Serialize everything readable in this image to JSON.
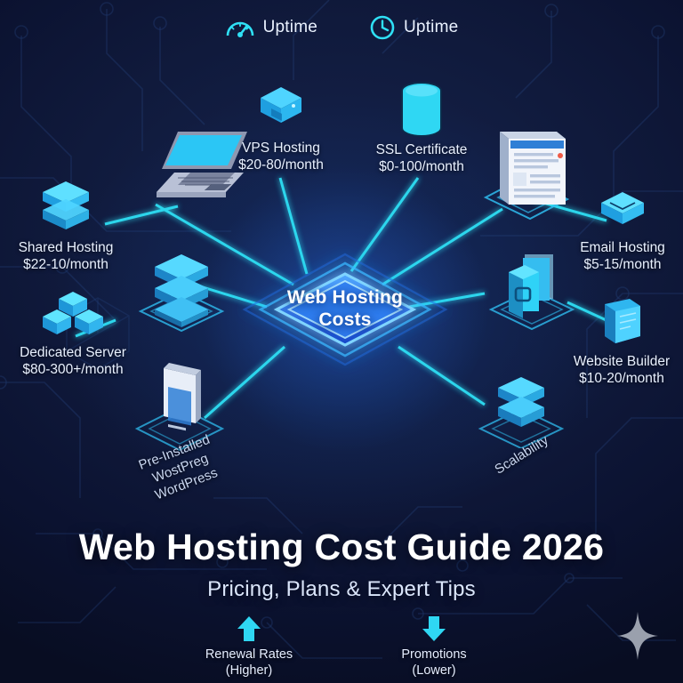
{
  "meta": {
    "accent_cyan": "#2fe0f5",
    "accent_blue": "#2b7fff",
    "background_dark": "#0c1430",
    "text_light": "#e9f1ff"
  },
  "header": {
    "stats": [
      {
        "icon": "gauge-icon",
        "label": "Uptime"
      },
      {
        "icon": "clock-icon",
        "label": "Uptime"
      }
    ]
  },
  "hub": {
    "line1": "Web Hosting",
    "line2": "Costs"
  },
  "nodes": [
    {
      "id": "laptop",
      "icon": "laptop-icon",
      "title": "",
      "price": ""
    },
    {
      "id": "vps-hosting",
      "icon": "vps-server-icon",
      "title": "VPS Hosting",
      "price": "$20-80/month"
    },
    {
      "id": "ssl-certificate",
      "icon": "database-icon",
      "title": "SSL Certificate",
      "price": "$0-100/month"
    },
    {
      "id": "browser-window",
      "icon": "browser-window-icon",
      "title": "",
      "price": ""
    },
    {
      "id": "shared-hosting",
      "icon": "server-stack-icon",
      "title": "Shared Hosting",
      "price": "$22-10/month"
    },
    {
      "id": "email-hosting",
      "icon": "mail-server-icon",
      "title": "Email Hosting",
      "price": "$5-15/month"
    },
    {
      "id": "server-tower",
      "icon": "server-tower-icon",
      "title": "",
      "price": ""
    },
    {
      "id": "security-lock",
      "icon": "padlock-icon",
      "title": "",
      "price": ""
    },
    {
      "id": "dedicated-server",
      "icon": "cubes-icon",
      "title": "Dedicated Server",
      "price": "$80-300+/month"
    },
    {
      "id": "website-builder",
      "icon": "builder-layers-icon",
      "title": "Website Builder",
      "price": "$10-20/month"
    },
    {
      "id": "wordpress",
      "icon": "smartphone-icon",
      "title": "Pre-Installed WostPreg",
      "price": "WordPress"
    },
    {
      "id": "scalability",
      "icon": "scaling-blocks-icon",
      "title": "Scalability",
      "price": ""
    }
  ],
  "title": {
    "main": "Web Hosting Cost Guide 2026",
    "subtitle": "Pricing, Plans & Expert Tips"
  },
  "footer": {
    "notes": [
      {
        "icon": "arrow-up-icon",
        "line1": "Renewal Rates",
        "line2": "(Higher)"
      },
      {
        "icon": "arrow-down-icon",
        "line1": "Promotions",
        "line2": "(Lower)"
      }
    ]
  }
}
